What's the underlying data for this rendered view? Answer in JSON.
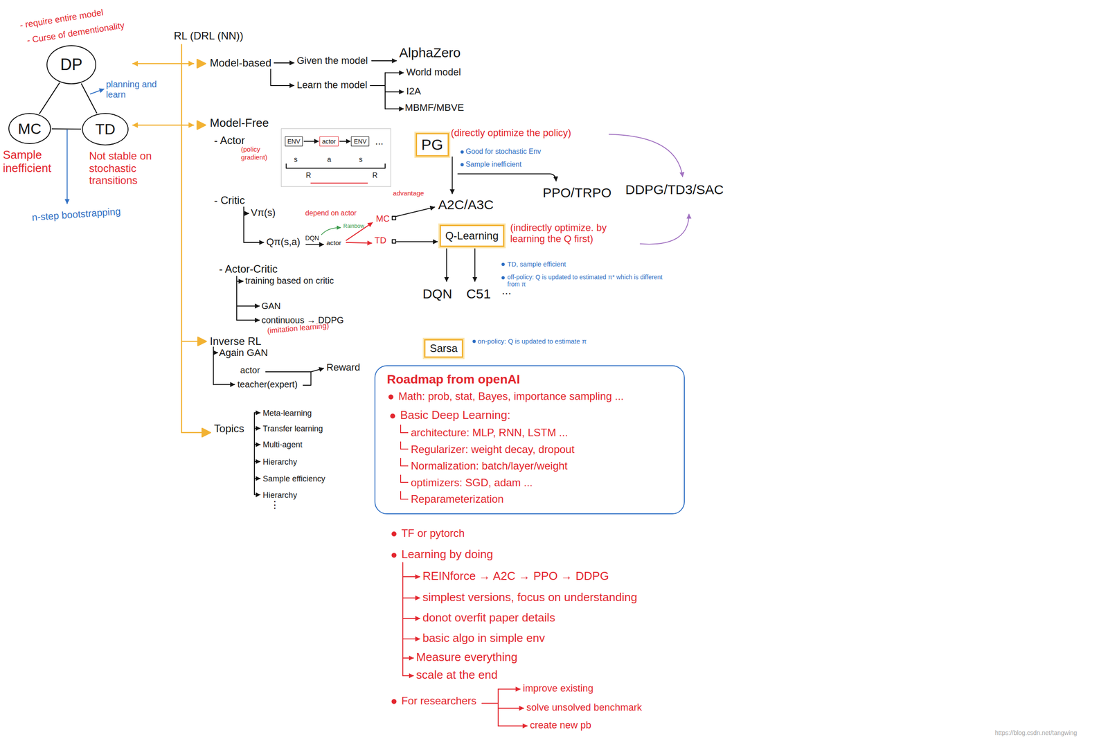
{
  "diagram": {
    "nodes": [
      {
        "text": [
          "DP"
        ]
      },
      {
        "text": [
          "MC"
        ]
      },
      {
        "text": [
          "TD"
        ]
      },
      {
        "text": [
          "ENV"
        ]
      },
      {
        "text": [
          "actor"
        ]
      },
      {
        "text": [
          "ENV"
        ]
      },
      {
        "text": [
          "PG"
        ]
      },
      {
        "text": [
          "Q-Learning"
        ]
      },
      {
        "text": [
          "Sarsa"
        ]
      },
      {
        "text": [
          "Roadmap from openAI",
          "Math: prob, stat, Bayes, importance sampling ...",
          "Basic Deep Learning:",
          "architecture: MLP, RNN, LSTM ...",
          "Regularizer: weight decay, dropout",
          "Normalization: batch/layer/weight",
          "optimizers: SGD, adam ...",
          "Reparameterization"
        ]
      }
    ],
    "edges": [
      {
        "from": 0,
        "to": 1,
        "arrow": "none"
      },
      {
        "from": 0,
        "to": 2,
        "arrow": "none"
      },
      {
        "from": 1,
        "to": 2,
        "arrow": "none"
      },
      {
        "from": 3,
        "to": 4,
        "arrow": "to"
      },
      {
        "from": 4,
        "to": 5,
        "arrow": "to"
      }
    ],
    "labels": [
      "- require entire model",
      "- Curse of dementionality",
      "RL (DRL (NN))",
      "planning and learn",
      "Sample inefficient",
      "Not stable on stochastic transitions",
      "n-step bootstrapping",
      "Model-based",
      "Given the model",
      "AlphaZero",
      "Learn the model",
      "World model",
      "I2A",
      "MBMF/MBVE",
      "Model-Free",
      "- Actor",
      "(policy gradient)",
      "s",
      "a",
      "s",
      "R",
      "R",
      "...",
      "(directly optimize the policy)",
      "Good for stochastic Env",
      "Sample inefficient",
      "PPO/TRPO",
      "DDPG/TD3/SAC",
      "- Critic",
      "Vπ(s)",
      "depend on actor",
      "Qπ(s,a)",
      "DQN",
      "actor",
      "Rainbow",
      "MC",
      "TD",
      "advantage",
      "A2C/A3C",
      "(indirectly optimize. by learning the Q first)",
      "TD, sample efficient",
      "off-policy: Q is updated to estimated π* which is different from π",
      "DQN",
      "C51",
      "...",
      "- Actor-Critic",
      "training based on critic",
      "GAN",
      "continuous → DDPG",
      "Inverse RL",
      "(imitation learning)",
      "Again GAN",
      "actor",
      "teacher(expert)",
      "Reward",
      "Topics",
      "Meta-learning",
      "Transfer learning",
      "Multi-agent",
      "Hierarchy",
      "Sample efficiency",
      "Hierarchy",
      "⋮",
      "on-policy: Q is updated to estimate π",
      "TF or pytorch",
      "Learning by doing",
      "REINforce → A2C → PPO → DDPG",
      "simplest versions, focus on understanding",
      "donot overfit paper details",
      "basic algo in simple env",
      "Measure everything",
      "scale at the end",
      "For researchers",
      "improve existing",
      "solve unsolved benchmark",
      "create new pb",
      "https://blog.csdn.net/tangwing"
    ]
  }
}
